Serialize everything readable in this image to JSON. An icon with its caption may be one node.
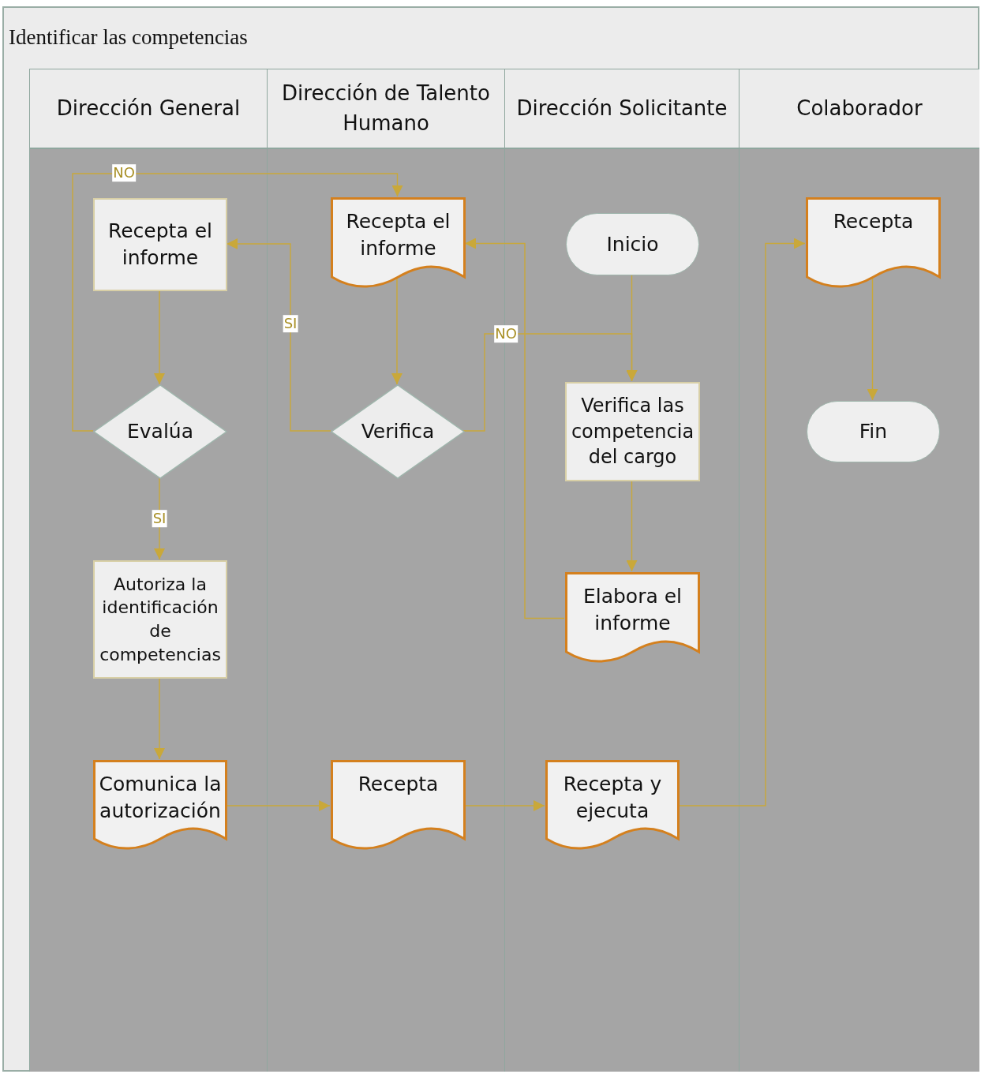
{
  "diagram": {
    "nodes": [
      {
        "text": [
          "Identificar las competencias"
        ]
      },
      {
        "text": [
          "Dirección General"
        ],
        "in": 0
      },
      {
        "text": [
          "Dirección de Talento Humano"
        ],
        "in": 0
      },
      {
        "text": [
          "Dirección Solicitante"
        ],
        "in": 0
      },
      {
        "text": [
          "Colaborador"
        ],
        "in": 0
      },
      {
        "text": [
          "Recepta el informe"
        ],
        "in": 1
      },
      {
        "text": [
          "Evalúa"
        ],
        "in": 1
      },
      {
        "text": [
          "Autoriza la identificación de competencias"
        ],
        "in": 1
      },
      {
        "text": [
          "Comunica la autorización"
        ],
        "in": 1
      },
      {
        "text": [
          "Recepta el informe"
        ],
        "in": 2
      },
      {
        "text": [
          "Verifica"
        ],
        "in": 2
      },
      {
        "text": [
          "Recepta"
        ],
        "in": 2
      },
      {
        "text": [
          "Inicio"
        ],
        "in": 3
      },
      {
        "text": [
          "Verifica las competencia del cargo"
        ],
        "in": 3
      },
      {
        "text": [
          "Elabora el informe"
        ],
        "in": 3
      },
      {
        "text": [
          "Recepta y ejecuta"
        ],
        "in": 3
      },
      {
        "text": [
          "Recepta"
        ],
        "in": 4
      },
      {
        "text": [
          "Fin"
        ],
        "in": 4
      }
    ],
    "edges": [
      {
        "from": 5,
        "to": 6,
        "arrow": "to"
      },
      {
        "from": 6,
        "to": 9,
        "arrow": "to",
        "label": "NO"
      },
      {
        "from": 6,
        "to": 7,
        "arrow": "to",
        "label": "SI"
      },
      {
        "from": 7,
        "to": 8,
        "arrow": "to"
      },
      {
        "from": 9,
        "to": 10,
        "arrow": "to"
      },
      {
        "from": 10,
        "to": 5,
        "arrow": "to",
        "label": "SI"
      },
      {
        "from": 10,
        "to": 13,
        "arrow": "to",
        "label": "NO"
      },
      {
        "from": 12,
        "to": 13,
        "arrow": "to"
      },
      {
        "from": 13,
        "to": 14,
        "arrow": "to"
      },
      {
        "from": 14,
        "to": 9,
        "arrow": "to"
      },
      {
        "from": 8,
        "to": 11,
        "arrow": "to"
      },
      {
        "from": 11,
        "to": 15,
        "arrow": "to"
      },
      {
        "from": 15,
        "to": 16,
        "arrow": "to"
      },
      {
        "from": 16,
        "to": 17,
        "arrow": "to"
      }
    ]
  }
}
